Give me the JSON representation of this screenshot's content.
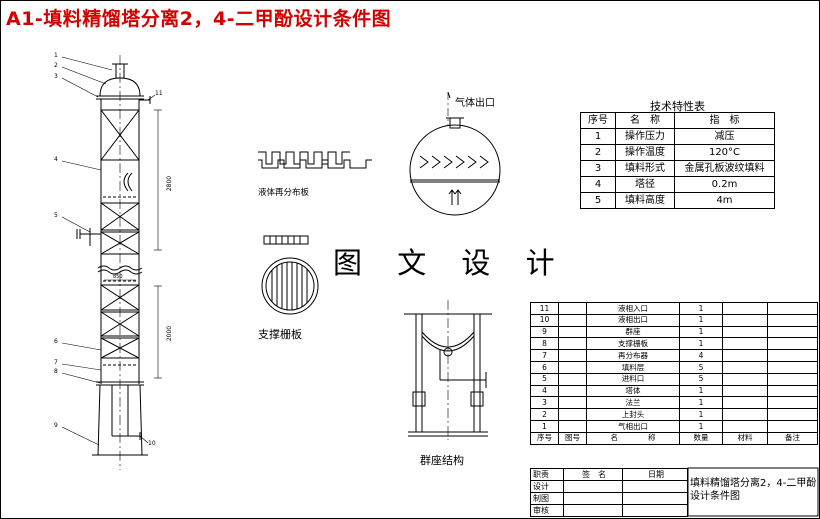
{
  "title": "A1-填料精馏塔分离2，4-二甲酚设计条件图",
  "watermark": "图 文 设 计",
  "labels": {
    "gas_outlet": "气体出口",
    "liquid_redistributor": "液体再分布板",
    "support_grid": "支撑栅板",
    "skirt": "群座结构",
    "tech_table_title": "技术特性表"
  },
  "column_marks": {
    "left_numbers": [
      "1",
      "2",
      "3",
      "4",
      "5",
      "6",
      "7",
      "8",
      "9"
    ],
    "right_numbers": [
      "11",
      "10"
    ],
    "dimensions": [
      "2800",
      "2000",
      "850"
    ]
  },
  "tech_table": {
    "headers": [
      "序号",
      "名　称",
      "指　标"
    ],
    "rows": [
      [
        "1",
        "操作压力",
        "减压"
      ],
      [
        "2",
        "操作温度",
        "120°C"
      ],
      [
        "3",
        "填料形式",
        "金属孔板波纹填料"
      ],
      [
        "4",
        "塔径",
        "0.2m"
      ],
      [
        "5",
        "填料高度",
        "4m"
      ]
    ]
  },
  "parts_table": {
    "headers": [
      "序号",
      "图号",
      "名",
      "称",
      "数量",
      "材料",
      "备注"
    ],
    "rows": [
      [
        "11",
        "液相入口",
        "1"
      ],
      [
        "10",
        "液相出口",
        "1"
      ],
      [
        "9",
        "群座",
        "1"
      ],
      [
        "8",
        "支撑栅板",
        "1"
      ],
      [
        "7",
        "再分布器",
        "4"
      ],
      [
        "6",
        "填料层",
        "5"
      ],
      [
        "5",
        "进料口",
        "5"
      ],
      [
        "4",
        "塔体",
        "1"
      ],
      [
        "3",
        "法兰",
        "1"
      ],
      [
        "2",
        "上封头",
        "1"
      ],
      [
        "1",
        "气相出口",
        "1"
      ]
    ]
  },
  "title_block": {
    "row_labels": [
      "职责",
      "设计",
      "制图",
      "审核"
    ],
    "sign": "签　名",
    "date": "日期",
    "drawing_name": "填料精馏塔分离2，4-二甲酚设计条件图"
  }
}
